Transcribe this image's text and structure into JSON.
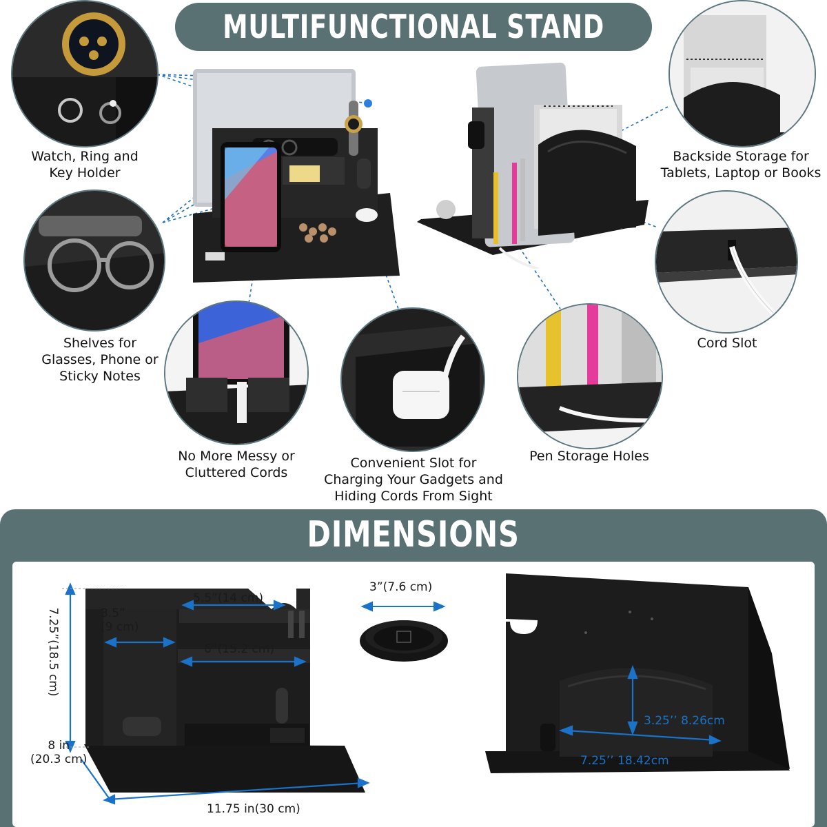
{
  "header": {
    "title": "MULTIFUNCTIONAL STAND"
  },
  "features": {
    "watch": {
      "line1": "Watch, Ring and",
      "line2": "Key Holder"
    },
    "backside": {
      "line1": "Backside Storage for",
      "line2": "Tablets, Laptop or Books"
    },
    "shelves": {
      "line1": "Shelves for",
      "line2": "Glasses, Phone or",
      "line3": "Sticky Notes"
    },
    "cord_slot": {
      "line1": "Cord Slot"
    },
    "messy": {
      "line1": "No More Messy or",
      "line2": "Cluttered Cords"
    },
    "convenient": {
      "line1": "Convenient Slot for",
      "line2": "Charging Your Gadgets and",
      "line3": "Hiding Cords From Sight"
    },
    "pen": {
      "line1": "Pen Storage Holes"
    }
  },
  "dimensions": {
    "title": "DIMENSIONS",
    "height": "7.25”(18.5 cm)",
    "phone_w1": "3.5”",
    "phone_w2": "(9 cm)",
    "top_shelf": "5.5”(14 cm)",
    "mid_shelf": "6”(15.2 cm)",
    "depth1": "8 in",
    "depth2": "(20.3 cm)",
    "width": "11.75 in(30 cm)",
    "dish": "3”(7.6 cm)",
    "back_height": "3.25’’ 8.26cm",
    "back_width": "7.25’’ 18.42cm"
  },
  "colors": {
    "accent": "#597173",
    "dimension_blue": "#1a73c8",
    "wood": "#1b1b1b"
  }
}
